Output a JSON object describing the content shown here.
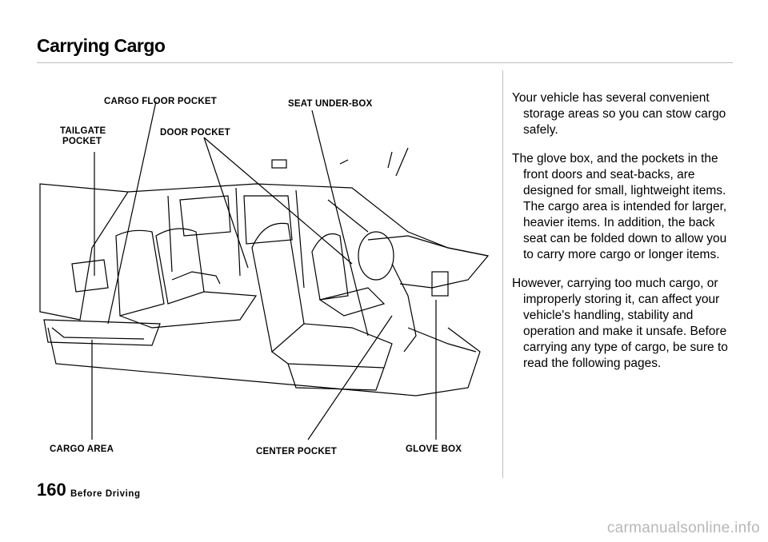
{
  "header": {
    "title": "Carrying Cargo"
  },
  "figure": {
    "labels": {
      "cargo_floor_pocket": "CARGO FLOOR POCKET",
      "seat_under_box": "SEAT UNDER-BOX",
      "tailgate_pocket_1": "TAILGATE",
      "tailgate_pocket_2": "POCKET",
      "door_pocket": "DOOR POCKET",
      "cargo_area": "CARGO AREA",
      "center_pocket": "CENTER POCKET",
      "glove_box": "GLOVE BOX"
    }
  },
  "body": {
    "paragraphs": [
      "Your vehicle has several convenient storage areas so you can stow cargo safely.",
      "The glove box, and the pockets in the front doors and seat-backs, are designed for small, lightweight items. The cargo area is intended for larger, heavier items. In addition, the back seat can be folded down to allow you to carry more cargo or longer items.",
      "However, carrying too much cargo, or improperly storing it, can affect your vehicle's handling, stability and operation and make it unsafe. Before carrying any type of cargo, be sure to read the following pages."
    ]
  },
  "footer": {
    "page_number": "160",
    "section": "Before Driving",
    "watermark": "carmanualsonline.info"
  }
}
